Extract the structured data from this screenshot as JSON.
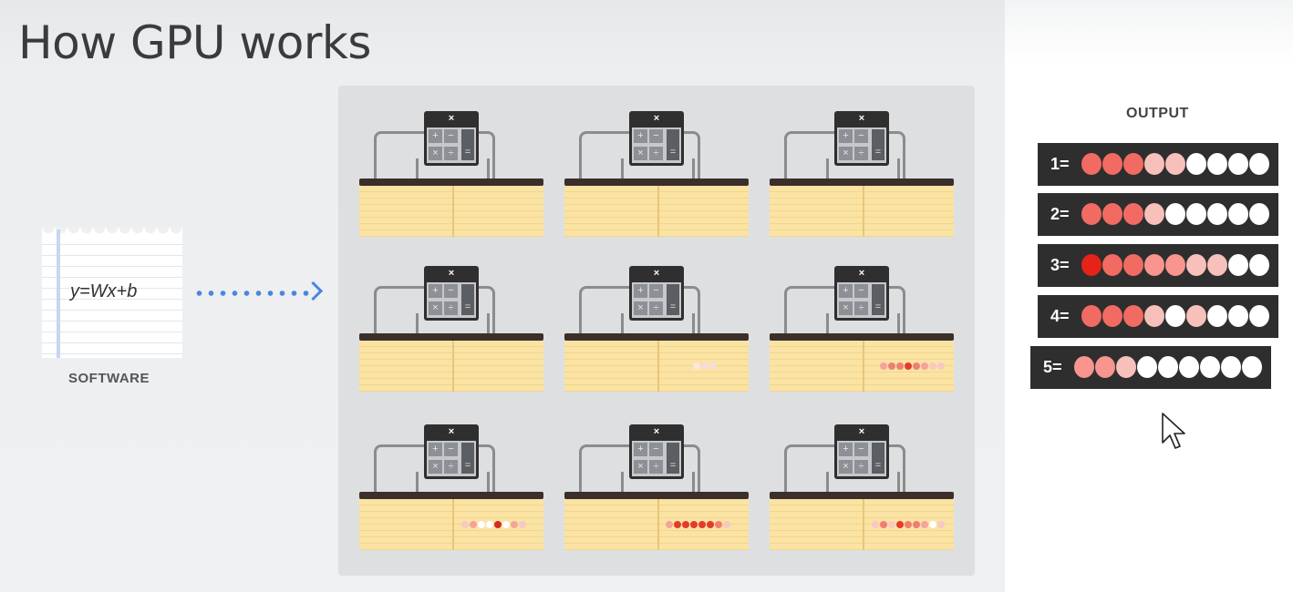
{
  "slide": {
    "title": "How GPU works",
    "equation": "y=Wx+b",
    "software_label": "SOFTWARE",
    "arrow_color": "#4a86e0"
  },
  "calculator": {
    "head_symbol": "×",
    "keys": [
      "+",
      "−",
      "×",
      "÷",
      "="
    ]
  },
  "gpu_cores": [
    {
      "mini_dots": []
    },
    {
      "mini_dots": []
    },
    {
      "mini_dots": []
    },
    {
      "mini_dots": []
    },
    {
      "mini_dots": [
        "#f7e6e2",
        "#f5ddd8",
        "#f5ddd8"
      ]
    },
    {
      "mini_dots": [
        "#f4a49a",
        "#ef7e73",
        "#ef7e73",
        "#e43b2c",
        "#ef7e73",
        "#f4a49a",
        "#f7c9c2",
        "#f7c9c2"
      ]
    },
    {
      "mini_dots": [
        "#f7c9c2",
        "#f4a49a",
        "#ffffff",
        "#ffffff",
        "#d62b1e",
        "#ffffff",
        "#f4a49a",
        "#f7c9c2"
      ]
    },
    {
      "mini_dots": [
        "#f4a49a",
        "#e43b2c",
        "#e43b2c",
        "#e43b2c",
        "#e43b2c",
        "#e43b2c",
        "#ef7e73",
        "#f7c9c2"
      ]
    },
    {
      "mini_dots": [
        "#f7c9c2",
        "#ef7e73",
        "#f7c9c2",
        "#e43b2c",
        "#ef7e73",
        "#ef7e73",
        "#f4a49a",
        "#ffffff",
        "#f7c9c2"
      ]
    }
  ],
  "output": {
    "label": "OUTPUT",
    "rows": [
      {
        "label": "1=",
        "dots": [
          "#f26b62",
          "#f26b62",
          "#f26b62",
          "#f7c0bb",
          "#f7c0bb",
          "#ffffff",
          "#ffffff",
          "#ffffff",
          "#ffffff"
        ]
      },
      {
        "label": "2=",
        "dots": [
          "#f26b62",
          "#f26b62",
          "#f26b62",
          "#f7c0bb",
          "#ffffff",
          "#ffffff",
          "#ffffff",
          "#ffffff",
          "#ffffff"
        ]
      },
      {
        "label": "3=",
        "dots": [
          "#e52318",
          "#f26b62",
          "#f26b62",
          "#f7958e",
          "#f7958e",
          "#f7c0bb",
          "#f7c0bb",
          "#ffffff",
          "#ffffff"
        ]
      },
      {
        "label": "4=",
        "dots": [
          "#f26b62",
          "#f26b62",
          "#f26b62",
          "#f7c0bb",
          "#ffffff",
          "#f7c0bb",
          "#ffffff",
          "#ffffff",
          "#ffffff"
        ]
      },
      {
        "label": "5=",
        "dots": [
          "#f7958e",
          "#f7958e",
          "#f7c0bb",
          "#ffffff",
          "#ffffff",
          "#ffffff",
          "#ffffff",
          "#ffffff",
          "#ffffff"
        ]
      }
    ]
  }
}
